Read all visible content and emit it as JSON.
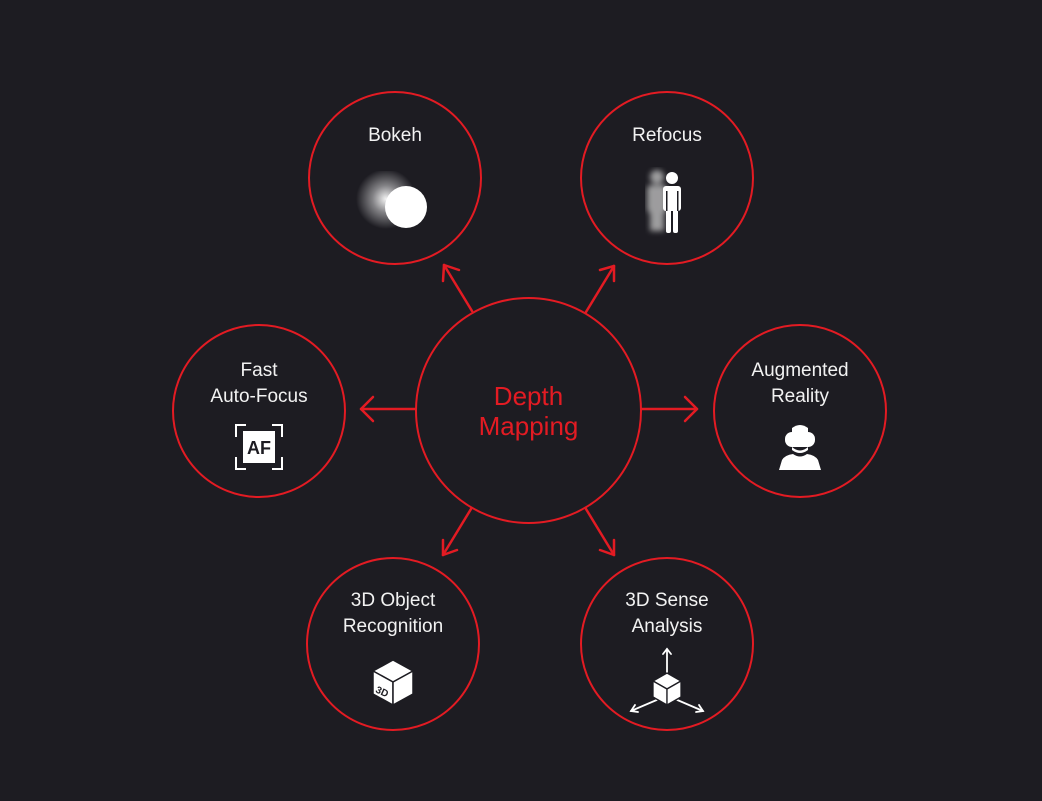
{
  "colors": {
    "background": "#1d1c22",
    "accent": "#e31b23",
    "text": "#f2f2f2"
  },
  "center": {
    "line1": "Depth",
    "line2": "Mapping"
  },
  "nodes": {
    "bokeh": {
      "line1": "Bokeh",
      "icon": "bokeh-blur-icon"
    },
    "refocus": {
      "line1": "Refocus",
      "icon": "person-refocus-icon"
    },
    "autofocus": {
      "line1": "Fast",
      "line2": "Auto-Focus",
      "icon": "af-icon",
      "icon_text": "AF"
    },
    "ar": {
      "line1": "Augmented",
      "line2": "Reality",
      "icon": "vr-headset-person-icon"
    },
    "object": {
      "line1": "3D Object",
      "line2": "Recognition",
      "icon": "3d-cube-icon",
      "icon_text": "3D"
    },
    "sense": {
      "line1": "3D Sense",
      "line2": "Analysis",
      "icon": "cube-axes-icon"
    }
  }
}
